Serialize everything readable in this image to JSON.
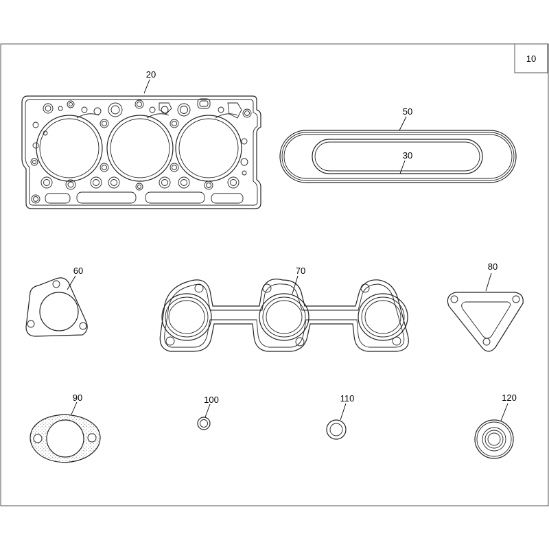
{
  "page_label": "10",
  "parts": [
    {
      "id": "cylinder-head-gasket",
      "callout": "20"
    },
    {
      "id": "inner-oval-gasket",
      "callout": "30"
    },
    {
      "id": "outer-oval-gasket",
      "callout": "50"
    },
    {
      "id": "triangle-flange-gasket",
      "callout": "60"
    },
    {
      "id": "manifold-gasket",
      "callout": "70"
    },
    {
      "id": "triangular-port-gasket",
      "callout": "80"
    },
    {
      "id": "exhaust-flange-gasket",
      "callout": "90"
    },
    {
      "id": "small-o-ring",
      "callout": "100"
    },
    {
      "id": "medium-washer",
      "callout": "110"
    },
    {
      "id": "oil-seal",
      "callout": "120"
    }
  ],
  "colors": {
    "line": "#222222",
    "frame": "#555555",
    "background": "#ffffff"
  }
}
